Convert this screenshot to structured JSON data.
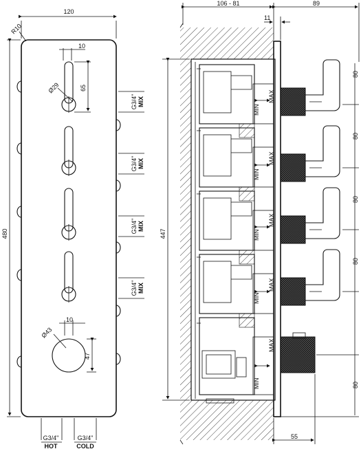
{
  "front_view": {
    "dimensions": {
      "width_overall": "120",
      "corner_radius": "R10",
      "height_overall": "480",
      "lever_offset": "10",
      "lever_diameter": "Ø29",
      "lever_height": "65",
      "knob_offset": "10",
      "knob_diameter": "Ø43",
      "knob_height": "47"
    },
    "outlet_labels": [
      {
        "line1": "G3/4\"",
        "line2": "MIX"
      },
      {
        "line1": "G3/4\"",
        "line2": "MIX"
      },
      {
        "line1": "G3/4\"",
        "line2": "MIX"
      },
      {
        "line1": "G3/4\"",
        "line2": "MIX"
      }
    ],
    "inlet_labels": [
      {
        "thread": "G3/4\"",
        "name": "HOT"
      },
      {
        "thread": "G3/4\"",
        "name": "COLD"
      }
    ]
  },
  "side_view": {
    "dimensions": {
      "wall_depth": "106 - 81",
      "protrusion": "89",
      "plate_thickness": "11",
      "body_height": "447",
      "pitch_1": "80",
      "pitch_2": "80",
      "pitch_3": "80",
      "pitch_4": "80",
      "pitch_5": "80",
      "knob_depth": "55"
    },
    "range_labels": [
      {
        "min": "MIN",
        "max": "MAX"
      },
      {
        "min": "MIN",
        "max": "MAX"
      },
      {
        "min": "MIN",
        "max": "MAX"
      },
      {
        "min": "MIN",
        "max": "MAX"
      },
      {
        "min": "MIN",
        "max": "MAX"
      }
    ]
  }
}
